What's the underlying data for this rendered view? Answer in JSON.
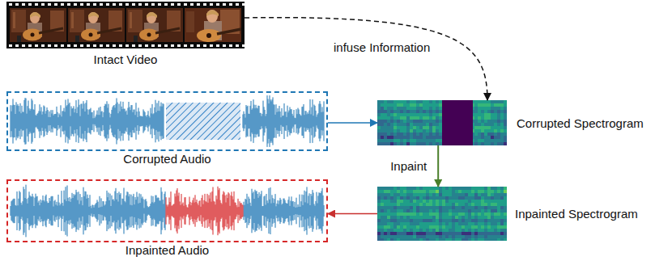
{
  "diagram": {
    "nodes": [
      {
        "text": [
          "Intact Video"
        ]
      },
      {
        "text": [
          "Corrupted Audio"
        ]
      },
      {
        "text": [
          "Corrupted Spectrogram"
        ]
      },
      {
        "text": [
          "Inpainted Spectrogram"
        ]
      },
      {
        "text": [
          "Inpainted Audio"
        ]
      }
    ],
    "edges": [
      {
        "from": 0,
        "to": 2,
        "arrow": "to",
        "label": "infuse Information"
      },
      {
        "from": 1,
        "to": 2,
        "arrow": "to"
      },
      {
        "from": 2,
        "to": 3,
        "arrow": "to",
        "label": "Inpaint"
      },
      {
        "from": 3,
        "to": 4,
        "arrow": "to"
      }
    ]
  }
}
